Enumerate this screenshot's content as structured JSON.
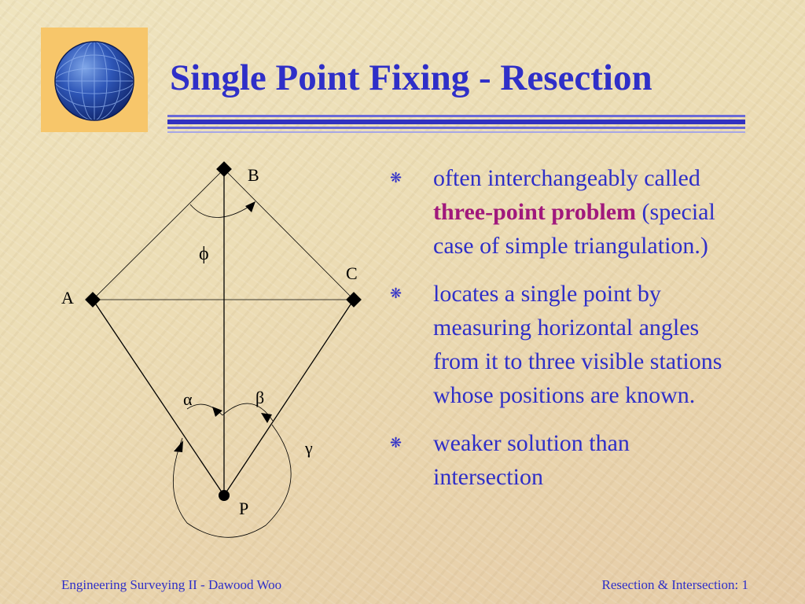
{
  "slide": {
    "title": "Single Point Fixing - Resection"
  },
  "diagram": {
    "points": {
      "b": "B",
      "c": "C",
      "a": "A",
      "p": "P"
    },
    "angles": {
      "phi": "ϕ",
      "alpha": "α",
      "beta": "β",
      "gamma": "γ"
    }
  },
  "bullets": {
    "b1": {
      "pre": "often interchangeably called ",
      "strong": "three-point problem",
      "post": " (special case of simple triangulation.)"
    },
    "b2": "locates a single point by measuring horizontal angles from it to three visible stations whose positions are known.",
    "b3": "weaker solution than intersection"
  },
  "bullet_icon": "snowflake-icon",
  "footer": {
    "left": "Engineering Surveying II - Dawood Woo",
    "right": "Resection & Intersection: 1"
  },
  "colors": {
    "title": "#2f2fc8",
    "emphasis": "#a0187c",
    "logo_bg": "#f7c66a",
    "globe": "#1f3e95"
  }
}
